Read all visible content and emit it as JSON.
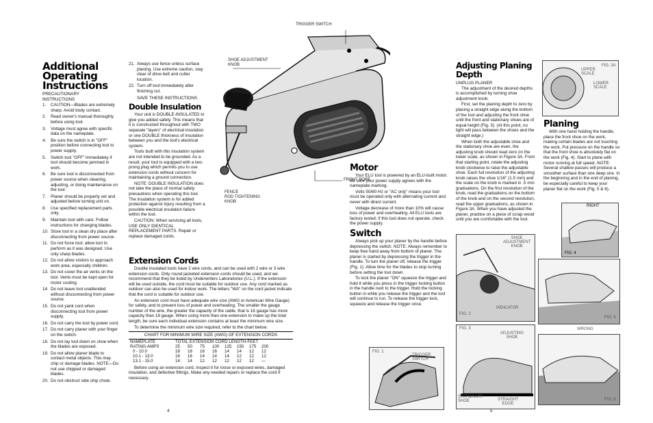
{
  "left_page": {
    "page_number": "4",
    "additional": {
      "title_lines": [
        "Additional",
        "Operating",
        "Instructions"
      ],
      "subtitle_lines": [
        "PRECAUTIONARY",
        "INSTRUCTIONS"
      ],
      "items": [
        {
          "n": "1.",
          "text": "CAUTION—Blades are extremely sharp. Avoid body contact."
        },
        {
          "n": "2.",
          "text": "Read owner's manual thoroughly before using tool."
        },
        {
          "n": "3.",
          "text": "Voltage must agree with specific data on the nameplate."
        },
        {
          "n": "4.",
          "text": "Be sure the switch is in \"OFF\" position before connecting tool to power supply."
        },
        {
          "n": "5.",
          "text": "Switch tool \"OFF\" immediately if tool should become jammed in work."
        },
        {
          "n": "6.",
          "text": "Be sure tool is disconnected from power source when cleaning, adjusting, or doing maintenance on the tool."
        },
        {
          "n": "7.",
          "text": "Planer should be properly set and adjusted before turning unit on."
        },
        {
          "n": "8.",
          "text": "Use specified replacement parts only."
        },
        {
          "n": "9.",
          "text": "Maintain tool with care. Follow instructions for changing blades."
        },
        {
          "n": "10.",
          "text": "Store tool in a clean dry place after disconnecting from power source."
        },
        {
          "n": "11.",
          "text": "Do not force tool; allow tool to perform as it was designed. Use only sharp blades."
        },
        {
          "n": "12.",
          "text": "Do not allow visitors to approach work area, especially children."
        },
        {
          "n": "13.",
          "text": "Do not cover the air vents on the tool. Vents must be kept open for motor cooling."
        },
        {
          "n": "14.",
          "text": "Do not leave tool unattended without disconnecting from power source."
        },
        {
          "n": "15.",
          "text": "Do not yank cord when disconnecting tool from power supply."
        },
        {
          "n": "16.",
          "text": "Do not carry the tool by power cord."
        },
        {
          "n": "17.",
          "text": "Do not carry planer with your finger on the switch."
        },
        {
          "n": "18.",
          "text": "Do not lay tool down on shoe when the blades are exposed."
        },
        {
          "n": "19.",
          "text": "Do not allow planer blade to contact metal objects. This may chip or damage blades. NOTE—Do not use chipped or damaged blades."
        },
        {
          "n": "20.",
          "text": "Do not obstruct side chip chute."
        }
      ]
    },
    "col2_items": [
      {
        "n": "21.",
        "text": "Always use fence unless surface planing. Use extreme caution, stay clear of drive belt and cutter location."
      },
      {
        "n": "22.",
        "text": "Turn off tool immediately after finishing cut."
      }
    ],
    "save_text": "SAVE THESE INSTRUCTIONS",
    "double": {
      "title": "Double Insulation",
      "paragraphs": [
        "Your unit is DOUBLE-INSULATED to give you added safety. This means that it is constructed throughout with TWO separate \"layers\" of electrical insulation or one DOUBLE thickness of insulation between you and the tool's electrical system.",
        "Tools built with this insulation system are not intended to be grounded. As a result, your tool is equipped with a two-prong plug which permits you to use extension cords without concern for maintaining a ground connection.",
        "NOTE: DOUBLE INSULATION does not take the place of normal safety precautions when operating this tool. The insulation system is for added protection against injury resulting from a possible electrical insulation failure within the tool.",
        "CAUTION: When servicing all tools, USE ONLY IDENTICAL REPLACEMENT PARTS. Repair or replace damaged cords."
      ]
    },
    "ext": {
      "title": "Extension Cords",
      "paragraphs": [
        "Double insulated tools have 2 wire cords, and can be used with 2 wire or 3 wire extension cords. Only round jacketed extension cords should be used, and we recommend that they be listed by Underwriters Laboratories (U.L.). If the extension will be used outside, the cord must be suitable for outdoor use. Any cord marked as outdoor can also be used for indoor work. The letters \"WA\" on the cord jacket indicate that the cord is suitable for outdoor use.",
        "An extension cord must have adequate wire size (AWG or American Wire Gauge) for safety, and to prevent loss of power and overheating. The smaller the gauge number of the wire, the greater the capacity of the cable, that is 16 gauge has more capacity than 18 gauge. When using more than one extension to make up the total length, be sure each individual extension contains at least the minimum wire size.",
        "To determine the minimum wire size required, refer to the chart below:"
      ],
      "after": "Before using an extension cord, inspect it for loose or exposed wires, damaged insulation, and defective fittings. Make any needed repairs or replace the cord if necessary."
    },
    "table": {
      "title": "CHART FOR MINIMUM WIRE SIZE (AWG) OF EXTENSION CORDS",
      "head_left": [
        "NAMEPLATE",
        "RATING-AMPS"
      ],
      "head_right": "TOTAL EXTENSION CORD LENGTH-FEET",
      "lengths": [
        "25",
        "50",
        "75",
        "100",
        "125",
        "150",
        "175",
        "200"
      ],
      "rows": [
        {
          "range": "0 - 10.0",
          "vals": [
            "18",
            "18",
            "16",
            "16",
            "14",
            "14",
            "12",
            "12"
          ]
        },
        {
          "range": "10.1 - 13.0",
          "vals": [
            "16",
            "16",
            "14",
            "14",
            "14",
            "12",
            "12",
            "12"
          ]
        },
        {
          "range": "13.1 - 15.0",
          "vals": [
            "14",
            "14",
            "12",
            "12",
            "12",
            "12",
            "12",
            "—"
          ]
        }
      ]
    },
    "tool_labels": {
      "trigger_switch": "TRIGGER SWITCH",
      "shoe_adjustment_knob": [
        "SHOE ADJUSTMENT",
        "KNOB"
      ],
      "front_bore": "FRONT BORE",
      "fence": "FENCE",
      "rod_tightening_knob": [
        "ROD TIGHTENING",
        "KNOB"
      ]
    }
  },
  "right_page": {
    "page_number": "5",
    "motor": {
      "title": "Motor",
      "paragraphs": [
        "Your ELU tool is powered by an ELU-built motor. Be sure your power supply agrees with the nameplate marking.",
        "Volts 50/60 Hz or \"AC only\" means your tool must be operated only with alternating current and never with direct current.",
        "Voltage decrease of more than 10% will cause loss of power and overheating. All ELU tools are factory tested; if this tool does not operate, check the power supply."
      ]
    },
    "switch": {
      "title": "Switch",
      "paragraphs": [
        "Always pick up your planer by the handle before depressing the switch. NOTE: Always remember to keep free hand away from bottom of planer. The planer is started by depressing the trigger in the handle. To turn the planer off, release the trigger (Fig. 1). Allow time for the blades to stop turning before setting the tool down.",
        "To lock the planer \"ON\" squeeze the trigger and hold it while you press in the trigger locking button in the handle next to the trigger. Hold the locking button in while you release the trigger and the tool will continue to run. To release the trigger lock, squeeze and release the trigger once."
      ]
    },
    "depth": {
      "title_lines": [
        "Adjusting Planing",
        "Depth"
      ],
      "subtitle": "UNPLUG PLANER",
      "paragraphs": [
        "The adjustment of the desired depths is accomplished by turning shoe adjustment knob.",
        "First, set the planing depth to zero by placing a straight edge along the bottom of the tool and adjusting the front shoe until the front and stationary shoes are of equal height (Fig. 3). (At this point, no light will pass between the shoes and the straight edge.)",
        "When both the adjustable shoe and the stationary shoe are even, the adjusting knob should read zero on the lower scale, as shown in Figure 3A. From that starting point, rotate the adjusting knob clockwise to raise the adjustable shoe. Each full revolution of the adjusting knob raises the shoe 1/16\" (1.5 mm) and the scale on the knob is marked in .5 mm graduations. On the first revolution of the knob, read the graduations on the bottom of the knob and on the second revolution, read the upper graduations, as shown in Figure 3A. When you have adjusted the planer, practice on a piece of scrap wood until you are comfortable with the tool."
      ]
    },
    "planing": {
      "title": "Planing",
      "text": "With one hand holding the handle, place the front shoe on the work, making certain blades are not touching the work. Put pressure on the handle so that the front shoe is absolutely flat on the work (Fig. 4). Start to plane with motor running at full speed. NOTE: Several shallow passes will produce a smoother surface than one deep one. In the beginning and in the end of planing, be especially careful to keep your planer flat on the work (Fig. 5 & 6)."
    },
    "figures": {
      "fig1": {
        "label": "FIG. 1",
        "callout": [
          "TRIGGER",
          "SWITCH"
        ]
      },
      "fig2": {
        "label": "FIG. 2",
        "callouts": [
          "SHOE",
          "ADJUSTMENT",
          "KNOB"
        ],
        "indicator": "INDICATOR"
      },
      "fig3": {
        "label": "FIG. 3",
        "adjusting": [
          "ADJUSTING",
          "SHOE"
        ],
        "stationary": [
          "STATIONARY",
          "SHOE"
        ],
        "straight": [
          "STRAIGHT",
          "EDGE"
        ]
      },
      "fig3a": {
        "label": "FIG. 3A",
        "upper": [
          "UPPER",
          "SCALE"
        ],
        "lower": [
          "LOWER",
          "SCALE"
        ]
      },
      "fig4": {
        "label": "FIG. 4",
        "right": "RIGHT"
      },
      "fig5": {
        "label": "FIG. 5",
        "wrong": "WRONG"
      },
      "fig6": {
        "label": "FIG. 6"
      }
    }
  }
}
